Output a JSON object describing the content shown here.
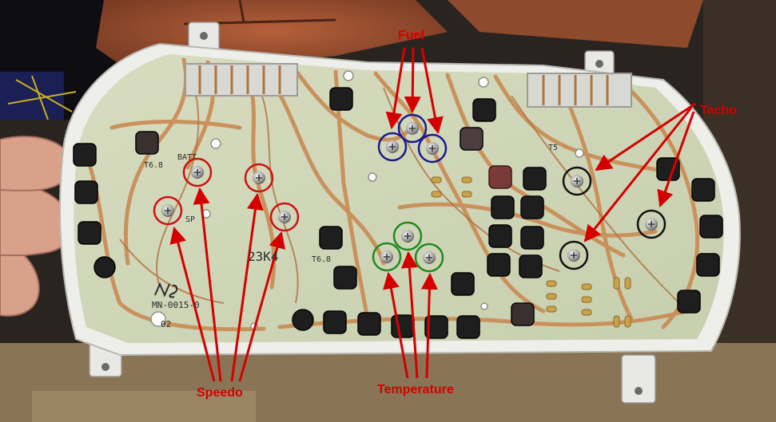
{
  "labels": {
    "fuel": "Fuel",
    "tacho": "Tacho",
    "speedo": "Speedo",
    "temperature": "Temperature"
  },
  "pcb_text": {
    "batt": "BATT",
    "sp": "SP",
    "part_code": "23K4",
    "model_number": "MN-0015-0",
    "t68_left": "T6.8",
    "t68_mid": "T6.8",
    "t5": "T5",
    "revision": "02"
  },
  "colors": {
    "callout_red": "#d40000",
    "fuel_ring": "#1a1a8c",
    "temperature_ring": "#1f8a1f",
    "speedo_ring": "#cc1111",
    "tacho_ring": "#111111",
    "pcb_green": "#cfd6b4",
    "copper_trace": "#c98a52"
  },
  "icons": {
    "screw": "screw-icon",
    "bulb_socket": "bulb-socket-icon"
  }
}
